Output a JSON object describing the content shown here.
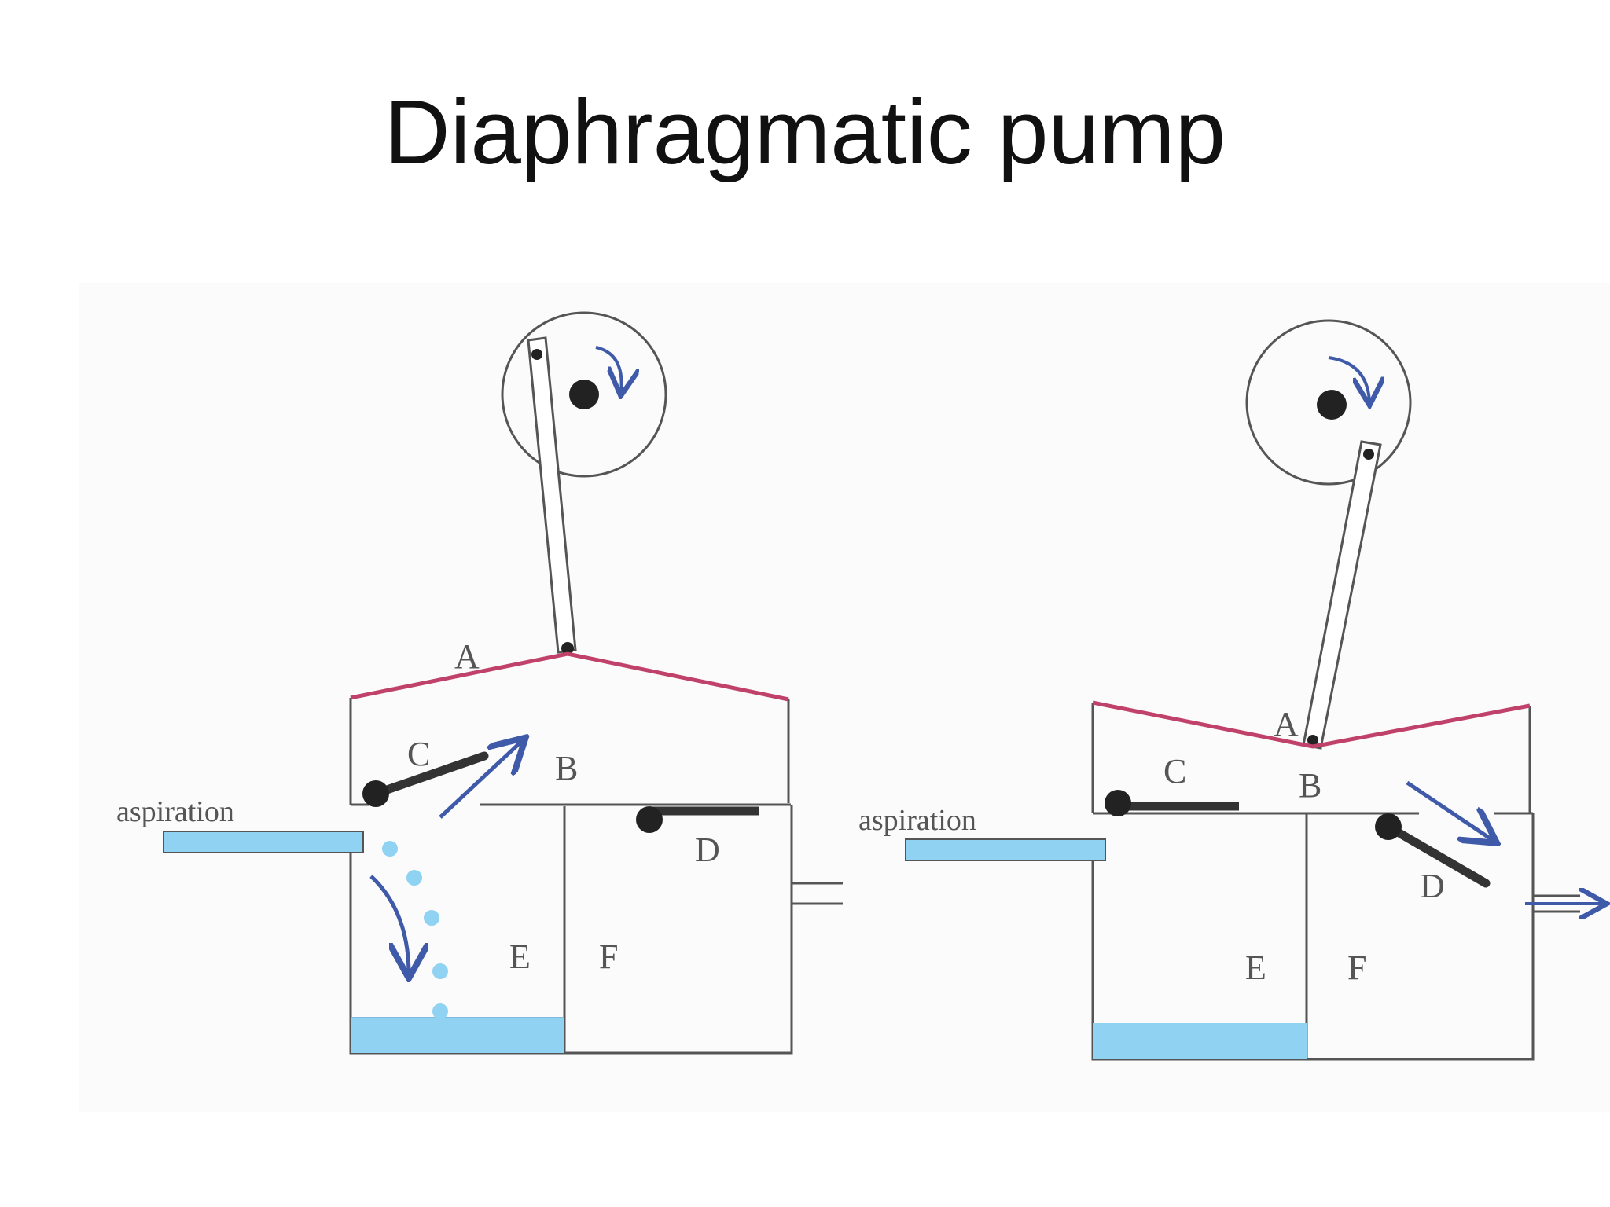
{
  "title": "Diaphragmatic pump",
  "colors": {
    "diaphragm": "#c0426b",
    "fluid": "#8fd2f2",
    "arrow": "#3f5aa8",
    "outline": "#555555"
  },
  "left_diagram": {
    "labels": {
      "A": "A",
      "B": "B",
      "C": "C",
      "D": "D",
      "E": "E",
      "F": "F",
      "aspiration": "aspiration"
    }
  },
  "right_diagram": {
    "labels": {
      "A": "A",
      "B": "B",
      "C": "C",
      "D": "D",
      "E": "E",
      "F": "F",
      "aspiration": "aspiration"
    }
  }
}
